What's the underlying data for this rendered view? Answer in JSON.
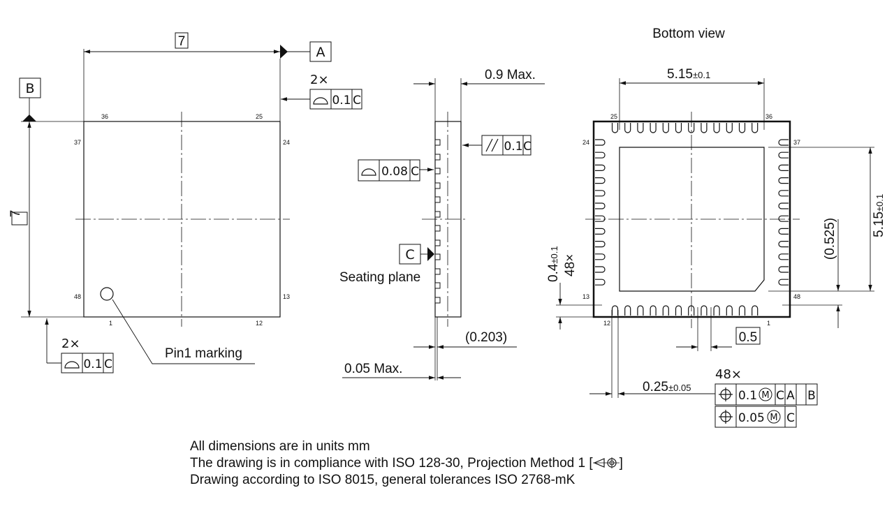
{
  "top_view": {
    "width_dim": "7",
    "height_dim": "7",
    "datum_a": "A",
    "datum_b": "B",
    "count_2x_top": "2×",
    "count_2x_bottom": "2×",
    "profile_tol": "0.1",
    "profile_ref": "C",
    "pin_numbers": {
      "p36": "36",
      "p25": "25",
      "p37": "37",
      "p24": "24",
      "p48": "48",
      "p13": "13",
      "p1": "1",
      "p12": "12"
    },
    "pin1_label": "Pin1 marking"
  },
  "side_view": {
    "max_height": "0.9 Max.",
    "parallel_tol": "0.1",
    "parallel_ref": "C",
    "coplanar_tol": "0.08",
    "coplanar_ref": "C",
    "datum_c": "C",
    "seating_plane": "Seating plane",
    "standoff": "(0.203)",
    "min_standoff": "0.05 Max."
  },
  "bottom_view": {
    "title": "Bottom view",
    "width_main": "5.15",
    "width_tol": "±0.1",
    "height_main": "5.15",
    "height_tol": "±0.1",
    "offset": "(0.525)",
    "pad_len_main": "0.4",
    "pad_len_tol": "±0.1",
    "pad_count": "48×",
    "pitch": "0.5",
    "pad_width_main": "0.25",
    "pad_width_tol": "±0.05",
    "count_48x": "48×",
    "pos_tol_1": "0.1",
    "pos_tol_2": "0.05",
    "mod_m": "M",
    "ref_c": "C",
    "ref_a": "A",
    "ref_b": "B",
    "pin_numbers": {
      "p25": "25",
      "p36": "36",
      "p24": "24",
      "p37": "37",
      "p13": "13",
      "p48": "48",
      "p12": "12",
      "p1": "1"
    }
  },
  "notes": [
    "All dimensions are in units mm",
    "The drawing is in compliance with ISO 128-30, Projection Method 1 [",
    "Drawing according to ISO 8015, general tolerances ISO 2768-mK"
  ],
  "notes_suffix": "]",
  "icons": [
    "profile-surface-icon",
    "parallelism-icon",
    "position-icon",
    "projection-method-icon",
    "datum-triangle-icon"
  ]
}
